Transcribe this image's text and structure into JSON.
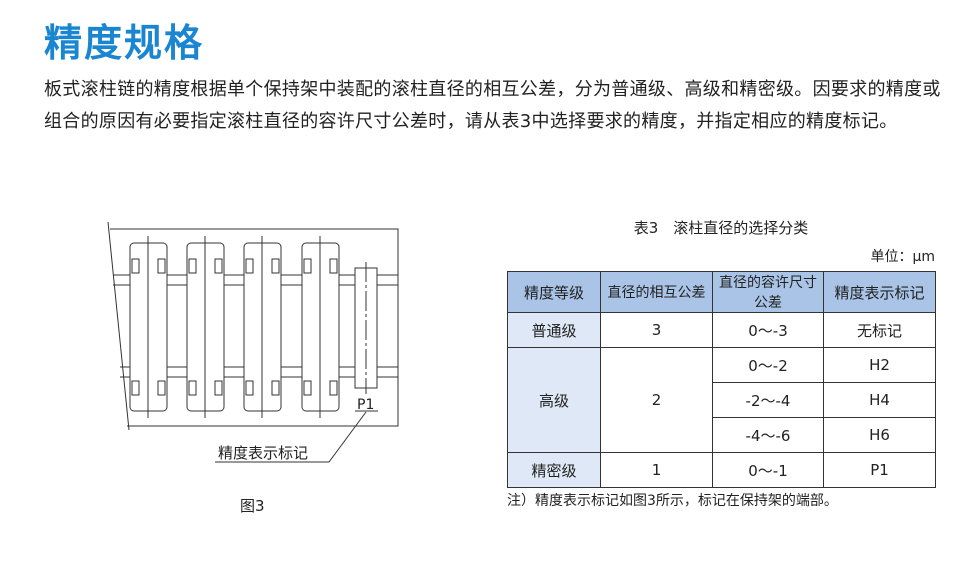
{
  "title": "精度规格",
  "paragraph": "板式滚柱链的精度根据单个保持架中装配的滚柱直径的相互公差，分为普通级、高级和精密级。因要求的精度或组合的原因有必要指定滚柱直径的容许尺寸公差时，请从表3中选择要求的精度，并指定相应的精度标记。",
  "figure": {
    "mark_label": "P1",
    "callout": "精度表示标记",
    "caption": "图3"
  },
  "table": {
    "caption": "表3　滚柱直径的选择分类",
    "unit": "单位：μm",
    "headers": [
      "精度等级",
      "直径的相互公差",
      "直径的容许尺寸公差",
      "精度表示标记"
    ],
    "rows": [
      {
        "grade": "普通级",
        "mutual": "3",
        "tol": "0～-3",
        "mark": "无标记"
      },
      {
        "grade": "高级",
        "mutual": "2",
        "tol": "0～-2",
        "mark": "H2"
      },
      {
        "tol": "-2～-4",
        "mark": "H4"
      },
      {
        "tol": "-4～-6",
        "mark": "H6"
      },
      {
        "grade": "精密级",
        "mutual": "1",
        "tol": "0～-1",
        "mark": "P1"
      }
    ],
    "note": "注）精度表示标记如图3所示，标记在保持架的端部。"
  }
}
